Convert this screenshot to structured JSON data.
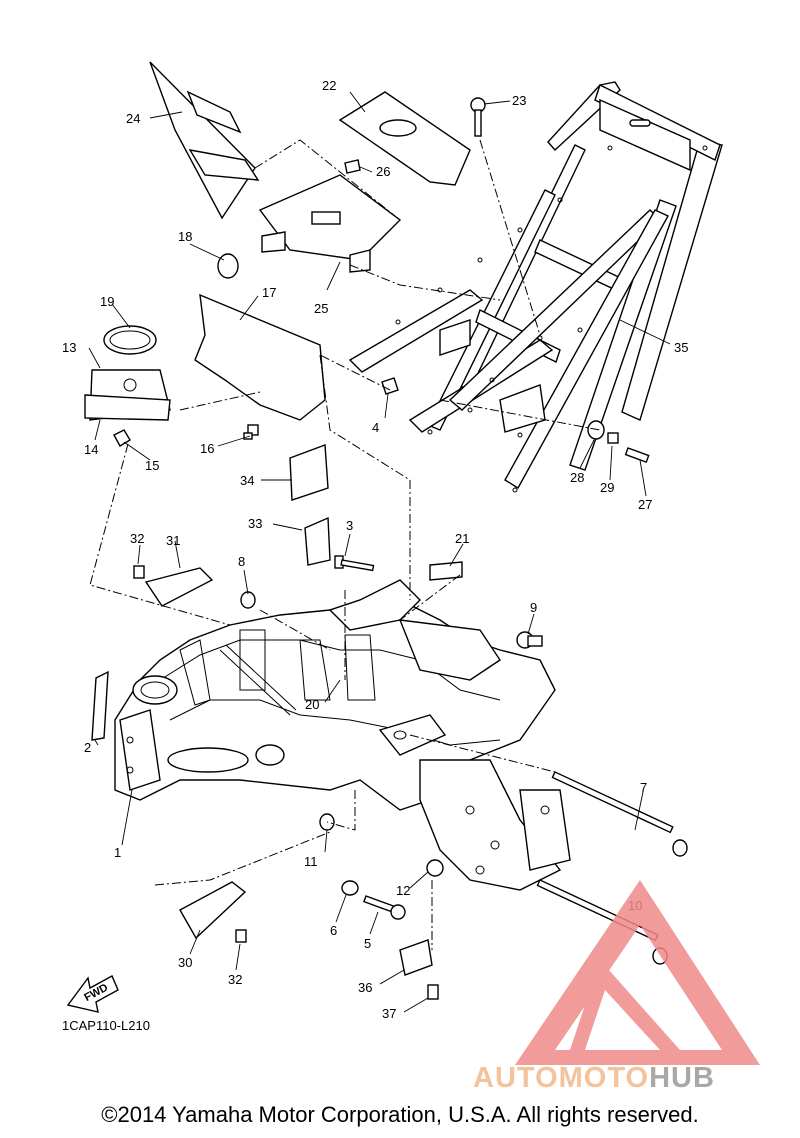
{
  "diagram_code": "1CAP110-L210",
  "fwd_label": "FWD",
  "copyright": "©2014 Yamaha Motor Corporation, U.S.A. All rights reserved.",
  "watermark": {
    "part1": "AUTOMOTO",
    "part2": "HUB",
    "color1": "#f3b98a",
    "color2": "#9a9a9a",
    "logo_color": "#f08a8a"
  },
  "callouts": [
    "1",
    "2",
    "3",
    "4",
    "5",
    "6",
    "7",
    "8",
    "9",
    "10",
    "11",
    "12",
    "13",
    "14",
    "15",
    "16",
    "17",
    "18",
    "19",
    "20",
    "21",
    "22",
    "23",
    "24",
    "25",
    "26",
    "27",
    "28",
    "29",
    "30",
    "31",
    "32",
    "32",
    "33",
    "34",
    "35",
    "36",
    "37"
  ]
}
